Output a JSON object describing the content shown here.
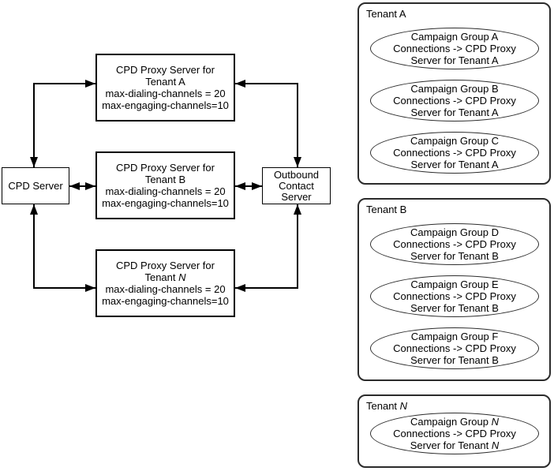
{
  "diagram": {
    "colors": {
      "line": "#000000",
      "background": "#ffffff"
    },
    "cpd_server": {
      "label": "CPD Server"
    },
    "outbound_server": {
      "line1": "Outbound",
      "line2": "Contact",
      "line3": "Server"
    },
    "proxy_boxes": [
      {
        "line1": "CPD Proxy Server for",
        "line2_prefix": "Tenant A",
        "line2_italic": "",
        "line3": "max-dialing-channels = 20",
        "line4": "max-engaging-channels=10"
      },
      {
        "line1": "CPD Proxy Server for",
        "line2_prefix": "Tenant B",
        "line2_italic": "",
        "line3": "max-dialing-channels = 20",
        "line4": "max-engaging-channels=10"
      },
      {
        "line1": "CPD Proxy Server for",
        "line2_prefix": "Tenant ",
        "line2_italic": "N",
        "line3": "max-dialing-channels = 20",
        "line4": "max-engaging-channels=10"
      }
    ],
    "tenant_panels": [
      {
        "title_prefix": "Tenant A",
        "title_italic": "",
        "groups": [
          {
            "line1_prefix": "Campaign Group A",
            "line1_italic": "",
            "line2": "Connections -> CPD Proxy",
            "line3_prefix": "Server for Tenant A",
            "line3_italic": ""
          },
          {
            "line1_prefix": "Campaign Group B",
            "line1_italic": "",
            "line2": "Connections -> CPD Proxy",
            "line3_prefix": "Server for Tenant A",
            "line3_italic": ""
          },
          {
            "line1_prefix": "Campaign Group C",
            "line1_italic": "",
            "line2": "Connections -> CPD Proxy",
            "line3_prefix": "Server for Tenant A",
            "line3_italic": ""
          }
        ]
      },
      {
        "title_prefix": "Tenant B",
        "title_italic": "",
        "groups": [
          {
            "line1_prefix": "Campaign Group D",
            "line1_italic": "",
            "line2": "Connections -> CPD Proxy",
            "line3_prefix": "Server for Tenant B",
            "line3_italic": ""
          },
          {
            "line1_prefix": "Campaign Group E",
            "line1_italic": "",
            "line2": "Connections -> CPD Proxy",
            "line3_prefix": "Server for Tenant B",
            "line3_italic": ""
          },
          {
            "line1_prefix": "Campaign Group F",
            "line1_italic": "",
            "line2": "Connections -> CPD Proxy",
            "line3_prefix": "Server for Tenant B",
            "line3_italic": ""
          }
        ]
      },
      {
        "title_prefix": "Tenant ",
        "title_italic": "N",
        "groups": [
          {
            "line1_prefix": "Campaign Group ",
            "line1_italic": "N",
            "line2": "Connections -> CPD Proxy",
            "line3_prefix": "Server for Tenant ",
            "line3_italic": "N"
          }
        ]
      }
    ]
  }
}
